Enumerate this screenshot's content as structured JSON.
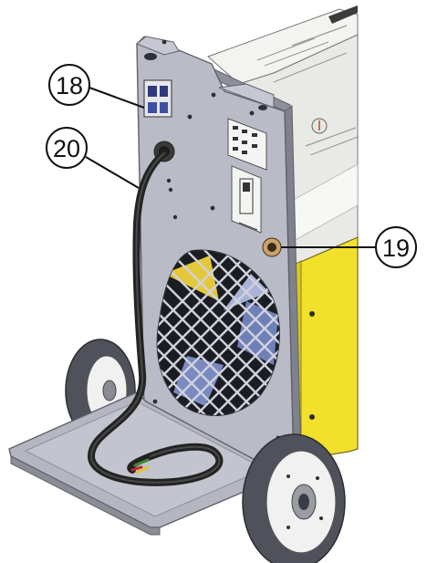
{
  "callouts": [
    {
      "id": "18",
      "label": "18"
    },
    {
      "id": "19",
      "label": "19"
    },
    {
      "id": "20",
      "label": "20"
    }
  ],
  "colors": {
    "panel": "#b9bcc6",
    "panel_dark": "#8d909b",
    "panel_edge": "#5e616b",
    "housing": "#ecece8",
    "yellow": "#f2e12c",
    "tray": "#b4b7c0",
    "cable": "#232323",
    "tire": "#4f525a",
    "rim": "#f1f1f1"
  }
}
